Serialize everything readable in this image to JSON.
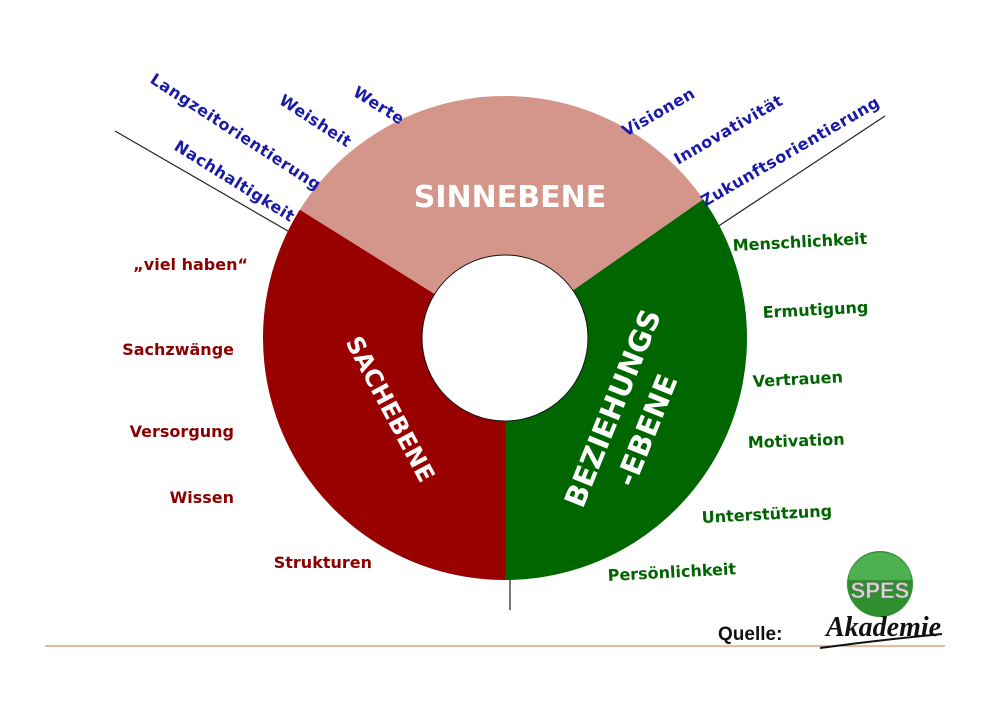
{
  "colors": {
    "sinn": "#d4968a",
    "sach": "#990000",
    "bez": "#006600",
    "sinn_text": "#1a1aa8",
    "sach_text": "#8b0000",
    "bez_text": "#006400",
    "rule": "#c87a4a"
  },
  "segments": {
    "sinn": "SINNEBENE",
    "sach": "SACHEBENE",
    "bez_line1": "BEZIEHUNGS",
    "bez_line2": "-EBENE"
  },
  "sinn_labels": [
    "Werte",
    "Weisheit",
    "Langzeitorientierung",
    "Nachhaltigkeit",
    "Visionen",
    "Innovativität",
    "Zukunftsorientierung"
  ],
  "sach_labels": [
    "„viel haben“",
    "Sachzwänge",
    "Versorgung",
    "Wissen",
    "Strukturen"
  ],
  "bez_labels": [
    "Menschlichkeit",
    "Ermutigung",
    "Vertrauen",
    "Motivation",
    "Unterstützung",
    "Persönlichkeit"
  ],
  "footer": {
    "source_label": "Quelle:"
  },
  "logo": {
    "badge_text": "SPES",
    "script_text": "Akademie"
  }
}
